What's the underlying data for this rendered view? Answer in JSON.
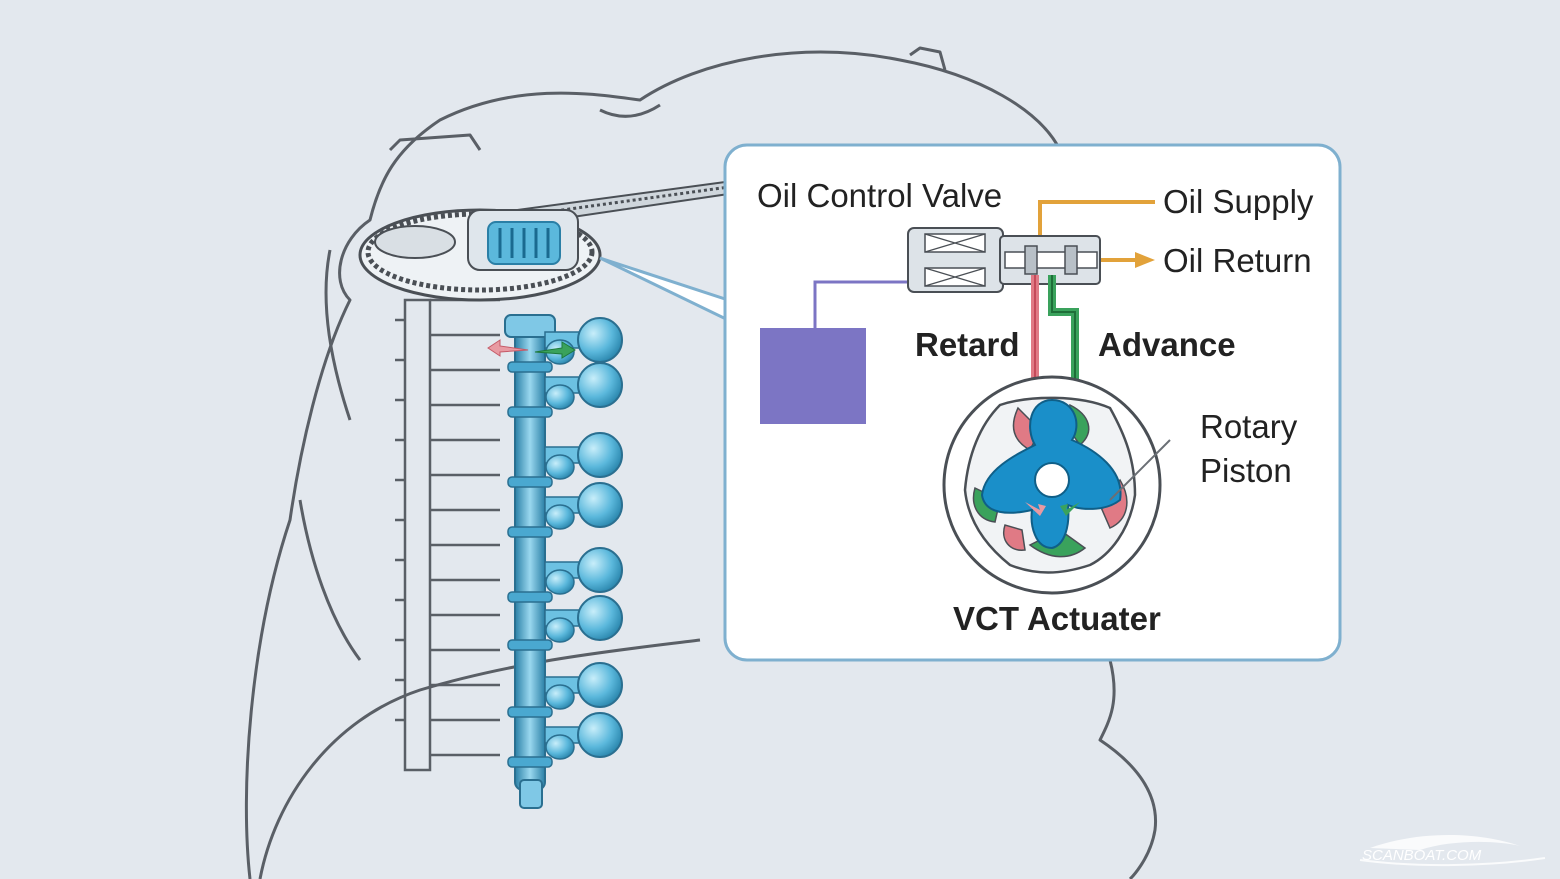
{
  "callout": {
    "oil_control_valve": "Oil Control Valve",
    "oil_supply": "Oil Supply",
    "oil_return": "Oil Return",
    "retard": "Retard",
    "advance": "Advance",
    "rotary_line1": "Rotary",
    "rotary_line2": "Piston",
    "vct_actuater": "VCT Actuater"
  },
  "watermark": "SCANBOAT.COM",
  "colors": {
    "background": "#e3e8ee",
    "engine_outline": "#5a5f66",
    "camshaft_blue": "#5bb8dc",
    "rotor_blue": "#1a8fc9",
    "supply_orange": "#e2a23a",
    "retard_red": "#e07a85",
    "advance_green": "#3aa25c",
    "ecu_purple": "#7c75c4",
    "callout_border": "#7fb0cf"
  }
}
